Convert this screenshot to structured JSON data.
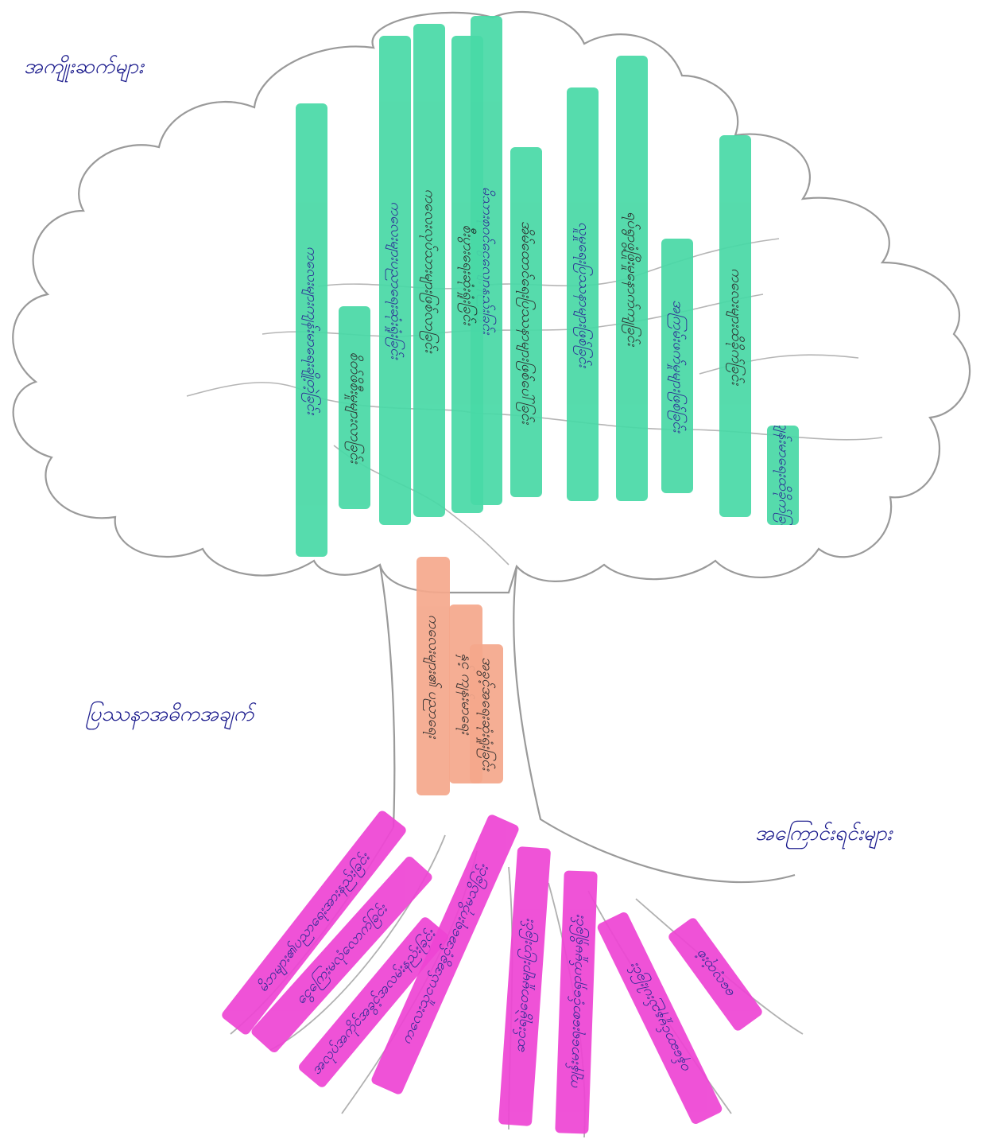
{
  "labels": {
    "effects": "အကျိုးဆက်များ",
    "core_problem": "ပြဿနာအဓိကအချက်",
    "causes": "အကြောင်းရင်းများ"
  },
  "colors": {
    "leaf_highlight": "#48d9a6",
    "trunk_highlight": "#f5a88c",
    "root_highlight": "#ee44d4",
    "outline": "#9a9a9a",
    "handwriting_blue": "#1a1a8c",
    "handwriting_black": "#1a1a1a"
  },
  "effects": [
    "ကလေးများကျန်းမာရေးချို့တဲ့ခြင်း",
    "စိတ်ဖိစီးမှုများလာခြင်း",
    "ကလေးများပညာရေးဆုံးရှုံးခြင်း",
    "ကလေးလုပ်သားများဖြစ်လာခြင်း",
    "မိသားစုဝင်ငွေလျော့နည်းခြင်း",
    "အိမ်ထောင်ရေးပြဿနာများဖြစ်ပေါ်ခြင်း",
    "လူမှုရေးပြဿနာများဖြစ်ခြင်း",
    "ရပ်ရွာဖွံ့ဖြိုးမှုနောက်ကျခြင်း",
    "အကြမ်းဖက်မှုများဖြစ်ခြင်း",
    "ကလေးများထိခိုက်ခြင်း",
    "ကျန်းမာရေးထိခိုက်ခြင်း",
    "စီးပွားရေးဆုံးရှုံးခြင်း"
  ],
  "core_problem": [
    "ကလေးများ၏ ပညာရေး",
    "နှင့် ကျန်းမာရေး",
    "အခွင့်အရေးဆုံးရှုံးခြင်း"
  ],
  "causes": [
    "မိဘများ၏ပညာရေးအားနည်းခြင်း",
    "ငွေကြေးမလုံလောက်ခြင်း",
    "အလုပ်အကိုင်အခွင့်အလမ်းနည်းခြင်း",
    "ကလေးသူငယ်အခွင့်အရေးကိုမသိခြင်း",
    "ဆင်းရဲမွဲတေမှုများပြားခြင်း",
    "ကျန်းမာရေးစောင့်ရှောက်မှုမရှိခြင်း",
    "ဝန်ဆောင်မှုနည်းပါးခြင်း",
    "ဓလေ့ထုံးစံ"
  ]
}
